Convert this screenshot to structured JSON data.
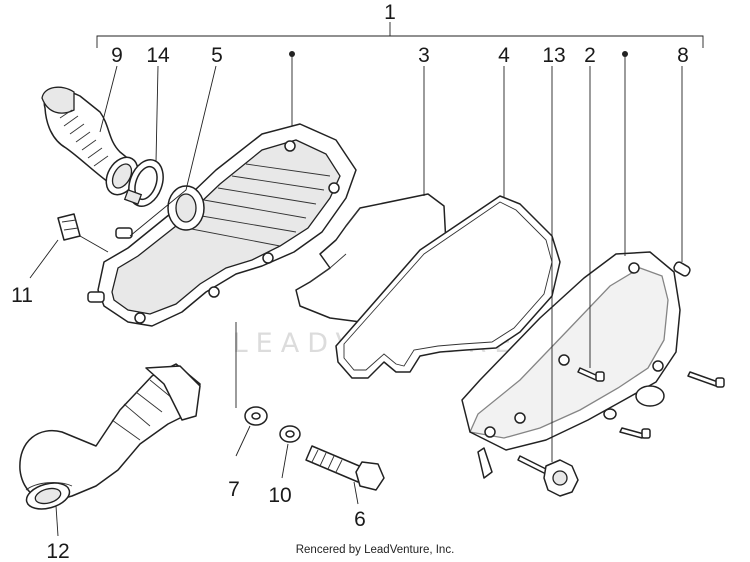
{
  "diagram": {
    "assembly_callout": "1",
    "callouts": [
      {
        "id": "2",
        "label": "2"
      },
      {
        "id": "3",
        "label": "3"
      },
      {
        "id": "4",
        "label": "4"
      },
      {
        "id": "5",
        "label": "5"
      },
      {
        "id": "6",
        "label": "6"
      },
      {
        "id": "7",
        "label": "7"
      },
      {
        "id": "8",
        "label": "8"
      },
      {
        "id": "9",
        "label": "9"
      },
      {
        "id": "10",
        "label": "10"
      },
      {
        "id": "11",
        "label": "11"
      },
      {
        "id": "12",
        "label": "12"
      },
      {
        "id": "13",
        "label": "13"
      },
      {
        "id": "14",
        "label": "14"
      }
    ],
    "watermark": "LEADVENTURE",
    "credit": "Rencered by LeadVenture, Inc."
  }
}
